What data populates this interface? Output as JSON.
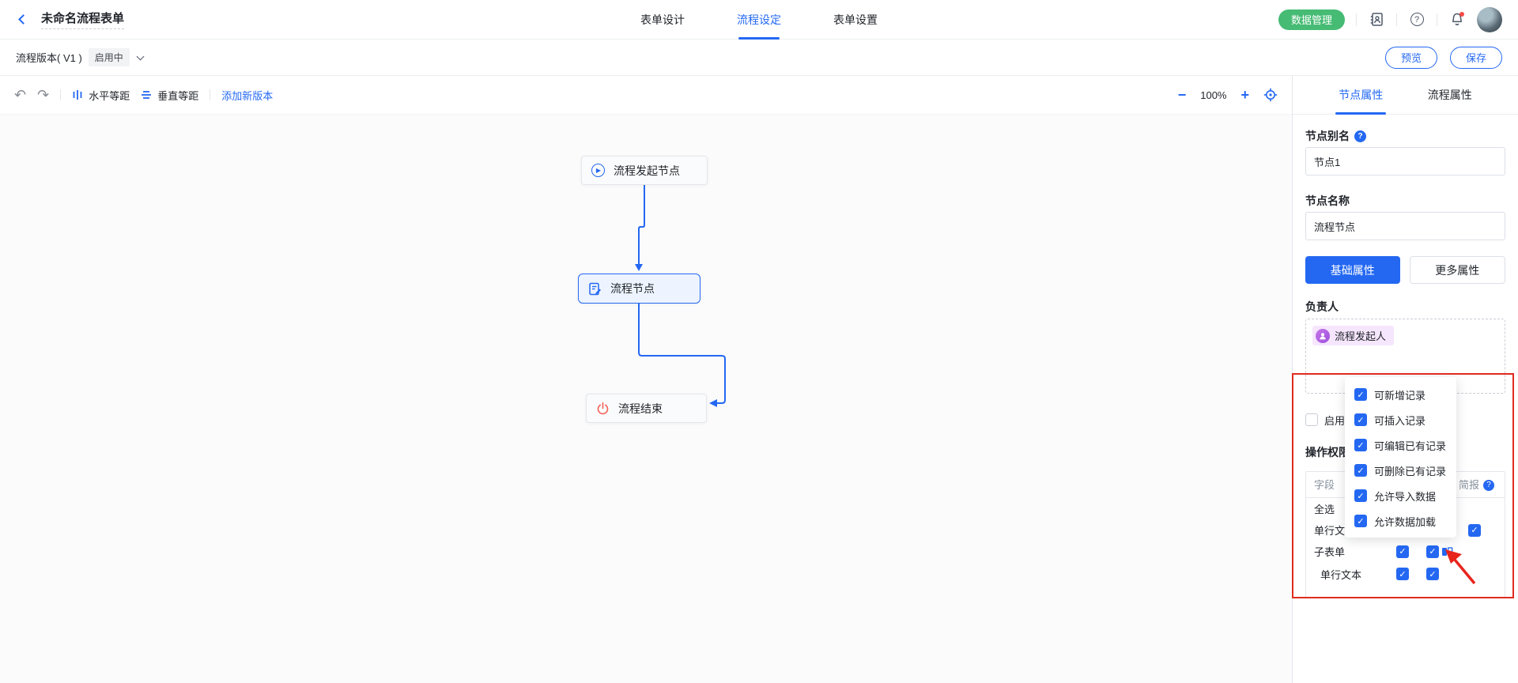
{
  "colors": {
    "primary": "#2468F2",
    "green_button": "#46BB74",
    "annotation_red": "#E02B20",
    "end_node_icon": "#F66059",
    "selected_node_bg": "#EDF4FF",
    "owner_tag_bg": "#F6E6FD",
    "owner_tag_avatar": "#9D4EDD"
  },
  "header": {
    "title": "未命名流程表单",
    "tabs": [
      {
        "label": "表单设计",
        "active": false
      },
      {
        "label": "流程设定",
        "active": true
      },
      {
        "label": "表单设置",
        "active": false
      }
    ],
    "data_manage_label": "数据管理",
    "icons": [
      "back-chevron",
      "address-book",
      "help-circle",
      "bell-with-red-dot",
      "avatar-photo"
    ]
  },
  "version_bar": {
    "label": "流程版本( V1 )",
    "status_badge": "启用中",
    "preview_label": "预览",
    "save_label": "保存"
  },
  "toolbar": {
    "undo_icon": "↶",
    "redo_icon": "↷",
    "horizontal_label": "水平等距",
    "vertical_label": "垂直等距",
    "add_version_label": "添加新版本",
    "zoom_out": "−",
    "zoom_level": "100%",
    "zoom_in": "+",
    "locate_icon": "crosshair"
  },
  "canvas": {
    "nodes": [
      {
        "label": "流程发起节点",
        "icon": "play-circle",
        "state": "normal"
      },
      {
        "label": "流程节点",
        "icon": "document-edit",
        "state": "selected"
      },
      {
        "label": "流程结束",
        "icon": "power",
        "state": "normal"
      }
    ]
  },
  "panel": {
    "tabs": [
      {
        "label": "节点属性",
        "active": true
      },
      {
        "label": "流程属性",
        "active": false
      }
    ],
    "alias_label": "节点别名",
    "alias_value": "节点1",
    "name_label": "节点名称",
    "name_value": "流程节点",
    "basic_btn": "基础属性",
    "more_btn": "更多属性",
    "owner_label": "负责人",
    "owner_tag": "流程发起人",
    "enable_label": "启用",
    "permission_label": "操作权限",
    "table": {
      "header_field": "字段",
      "header_brief": "简报",
      "rows": [
        {
          "label": "全选"
        },
        {
          "label": "单行文本"
        },
        {
          "label": "子表单"
        },
        {
          "label": "单行文本"
        }
      ]
    },
    "dropdown": {
      "items": [
        "可新增记录",
        "可插入记录",
        "可编辑已有记录",
        "可删除已有记录",
        "允许导入数据",
        "允许数据加载"
      ]
    }
  }
}
